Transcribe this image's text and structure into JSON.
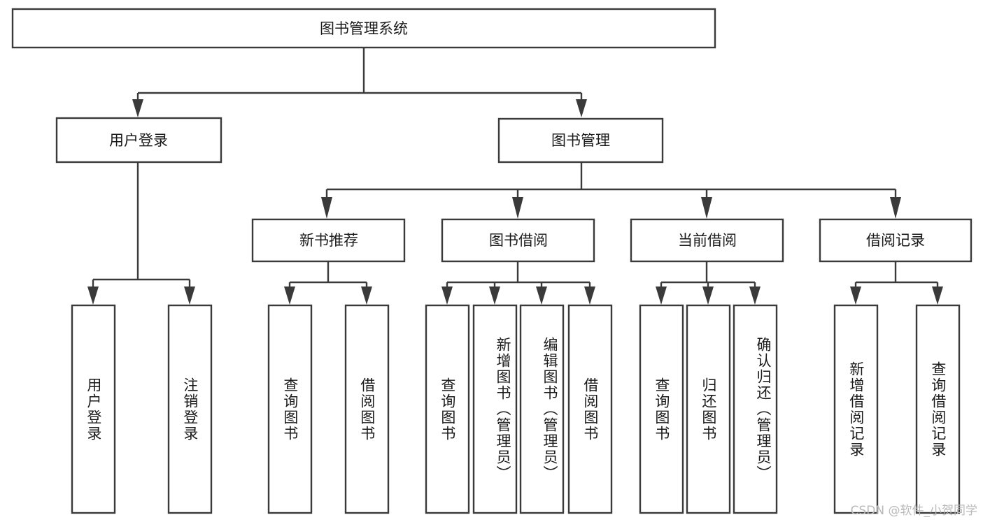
{
  "diagram": {
    "type": "tree-hierarchy",
    "title": "图书管理系统",
    "watermark": "CSDN @软件_小贺同学",
    "colors": {
      "stroke": "#3a3a3a",
      "fill": "#ffffff",
      "text": "#1a1a1a",
      "watermark": "#b9b9b9"
    },
    "levels": {
      "root": {
        "label": "图书管理系统"
      },
      "level2": [
        {
          "id": "user-login",
          "label": "用户登录"
        },
        {
          "id": "book-management",
          "label": "图书管理"
        }
      ],
      "level3": [
        {
          "id": "new-book-recommend",
          "label": "新书推荐",
          "parent": "book-management"
        },
        {
          "id": "book-borrow",
          "label": "图书借阅",
          "parent": "book-management"
        },
        {
          "id": "current-borrow",
          "label": "当前借阅",
          "parent": "book-management"
        },
        {
          "id": "borrow-record",
          "label": "借阅记录",
          "parent": "book-management"
        }
      ],
      "leaves": [
        {
          "id": "leaf-user-login",
          "label": "用户登录",
          "parent": "user-login"
        },
        {
          "id": "leaf-logout-login",
          "label": "注销登录",
          "parent": "user-login"
        },
        {
          "id": "leaf-query-book-1",
          "label": "查询图书",
          "parent": "new-book-recommend"
        },
        {
          "id": "leaf-borrow-book-1",
          "label": "借阅图书",
          "parent": "new-book-recommend"
        },
        {
          "id": "leaf-query-book-2",
          "label": "查询图书",
          "parent": "book-borrow"
        },
        {
          "id": "leaf-add-book",
          "label": "新增图书（管理员）",
          "parent": "book-borrow"
        },
        {
          "id": "leaf-edit-book",
          "label": "编辑图书（管理员）",
          "parent": "book-borrow"
        },
        {
          "id": "leaf-borrow-book-2",
          "label": "借阅图书",
          "parent": "book-borrow"
        },
        {
          "id": "leaf-query-book-3",
          "label": "查询图书",
          "parent": "current-borrow"
        },
        {
          "id": "leaf-return-book",
          "label": "归还图书",
          "parent": "current-borrow"
        },
        {
          "id": "leaf-confirm-return",
          "label": "确认归还（管理员）",
          "parent": "current-borrow"
        },
        {
          "id": "leaf-add-record",
          "label": "新增借阅记录",
          "parent": "borrow-record"
        },
        {
          "id": "leaf-query-record",
          "label": "查询借阅记录",
          "parent": "borrow-record"
        }
      ]
    }
  }
}
